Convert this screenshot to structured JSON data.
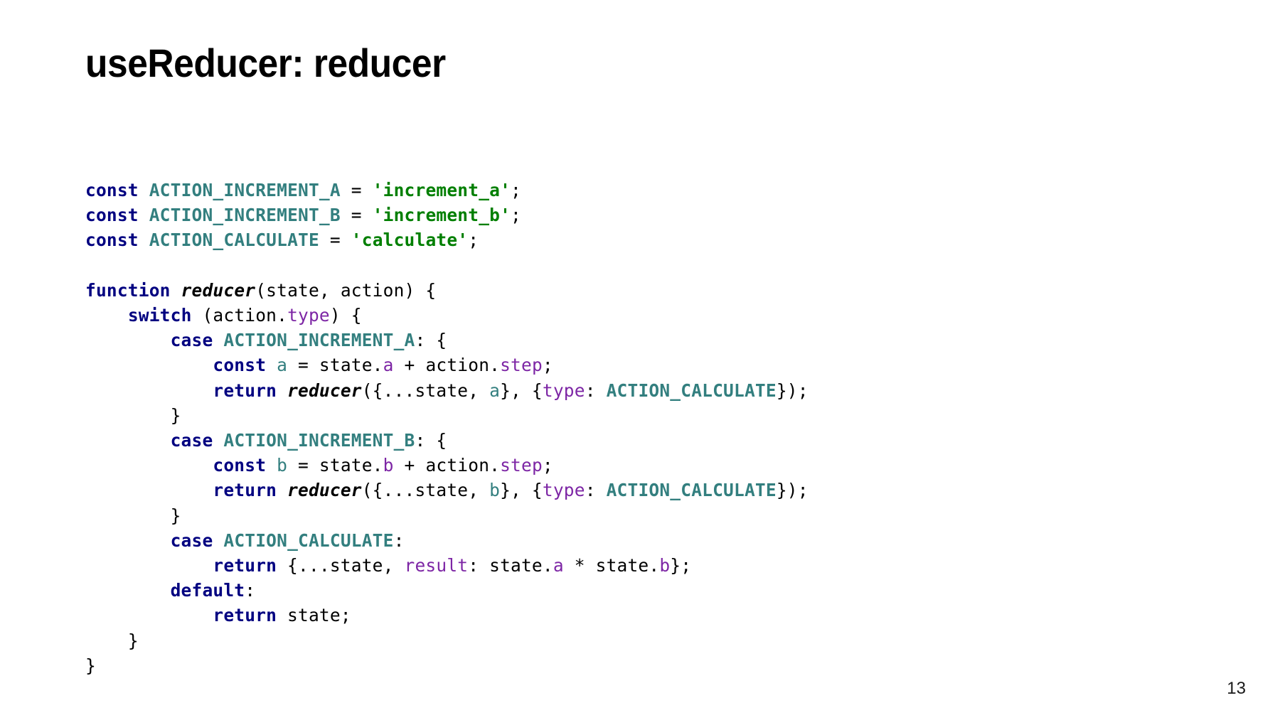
{
  "slide": {
    "title": "useReducer: reducer",
    "page_number": "13",
    "background_color": "#ffffff"
  },
  "theme": {
    "keyword_color": "#000080",
    "constant_color": "#337f7f",
    "string_color": "#007f00",
    "function_color": "#000000",
    "property_color": "#7d26a5",
    "variable_color": "#337f7f",
    "plain_color": "#000000"
  },
  "code": {
    "language": "javascript",
    "lines": [
      {
        "indent": 0,
        "tokens": [
          {
            "t": "const",
            "k": "kw"
          },
          {
            "t": " ",
            "k": "plain"
          },
          {
            "t": "ACTION_INCREMENT_A",
            "k": "const"
          },
          {
            "t": " = ",
            "k": "plain"
          },
          {
            "t": "'increment_a'",
            "k": "str"
          },
          {
            "t": ";",
            "k": "plain"
          }
        ]
      },
      {
        "indent": 0,
        "tokens": [
          {
            "t": "const",
            "k": "kw"
          },
          {
            "t": " ",
            "k": "plain"
          },
          {
            "t": "ACTION_INCREMENT_B",
            "k": "const"
          },
          {
            "t": " = ",
            "k": "plain"
          },
          {
            "t": "'increment_b'",
            "k": "str"
          },
          {
            "t": ";",
            "k": "plain"
          }
        ]
      },
      {
        "indent": 0,
        "tokens": [
          {
            "t": "const",
            "k": "kw"
          },
          {
            "t": " ",
            "k": "plain"
          },
          {
            "t": "ACTION_CALCULATE",
            "k": "const"
          },
          {
            "t": " = ",
            "k": "plain"
          },
          {
            "t": "'calculate'",
            "k": "str"
          },
          {
            "t": ";",
            "k": "plain"
          }
        ]
      },
      {
        "indent": 0,
        "tokens": []
      },
      {
        "indent": 0,
        "tokens": [
          {
            "t": "function",
            "k": "kw"
          },
          {
            "t": " ",
            "k": "plain"
          },
          {
            "t": "reducer",
            "k": "fn"
          },
          {
            "t": "(state, action) {",
            "k": "plain"
          }
        ]
      },
      {
        "indent": 4,
        "tokens": [
          {
            "t": "switch",
            "k": "kw"
          },
          {
            "t": " (action.",
            "k": "plain"
          },
          {
            "t": "type",
            "k": "prop"
          },
          {
            "t": ") {",
            "k": "plain"
          }
        ]
      },
      {
        "indent": 8,
        "tokens": [
          {
            "t": "case",
            "k": "kw"
          },
          {
            "t": " ",
            "k": "plain"
          },
          {
            "t": "ACTION_INCREMENT_A",
            "k": "const"
          },
          {
            "t": ": {",
            "k": "plain"
          }
        ]
      },
      {
        "indent": 12,
        "tokens": [
          {
            "t": "const",
            "k": "kw"
          },
          {
            "t": " ",
            "k": "plain"
          },
          {
            "t": "a",
            "k": "var"
          },
          {
            "t": " = state.",
            "k": "plain"
          },
          {
            "t": "a",
            "k": "prop"
          },
          {
            "t": " + action.",
            "k": "plain"
          },
          {
            "t": "step",
            "k": "prop"
          },
          {
            "t": ";",
            "k": "plain"
          }
        ]
      },
      {
        "indent": 12,
        "tokens": [
          {
            "t": "return",
            "k": "kw"
          },
          {
            "t": " ",
            "k": "plain"
          },
          {
            "t": "reducer",
            "k": "fn"
          },
          {
            "t": "({...state, ",
            "k": "plain"
          },
          {
            "t": "a",
            "k": "var"
          },
          {
            "t": "}, {",
            "k": "plain"
          },
          {
            "t": "type",
            "k": "prop"
          },
          {
            "t": ": ",
            "k": "plain"
          },
          {
            "t": "ACTION_CALCULATE",
            "k": "const"
          },
          {
            "t": "});",
            "k": "plain"
          }
        ]
      },
      {
        "indent": 8,
        "tokens": [
          {
            "t": "}",
            "k": "plain"
          }
        ]
      },
      {
        "indent": 8,
        "tokens": [
          {
            "t": "case",
            "k": "kw"
          },
          {
            "t": " ",
            "k": "plain"
          },
          {
            "t": "ACTION_INCREMENT_B",
            "k": "const"
          },
          {
            "t": ": {",
            "k": "plain"
          }
        ]
      },
      {
        "indent": 12,
        "tokens": [
          {
            "t": "const",
            "k": "kw"
          },
          {
            "t": " ",
            "k": "plain"
          },
          {
            "t": "b",
            "k": "var"
          },
          {
            "t": " = state.",
            "k": "plain"
          },
          {
            "t": "b",
            "k": "prop"
          },
          {
            "t": " + action.",
            "k": "plain"
          },
          {
            "t": "step",
            "k": "prop"
          },
          {
            "t": ";",
            "k": "plain"
          }
        ]
      },
      {
        "indent": 12,
        "tokens": [
          {
            "t": "return",
            "k": "kw"
          },
          {
            "t": " ",
            "k": "plain"
          },
          {
            "t": "reducer",
            "k": "fn"
          },
          {
            "t": "({...state, ",
            "k": "plain"
          },
          {
            "t": "b",
            "k": "var"
          },
          {
            "t": "}, {",
            "k": "plain"
          },
          {
            "t": "type",
            "k": "prop"
          },
          {
            "t": ": ",
            "k": "plain"
          },
          {
            "t": "ACTION_CALCULATE",
            "k": "const"
          },
          {
            "t": "});",
            "k": "plain"
          }
        ]
      },
      {
        "indent": 8,
        "tokens": [
          {
            "t": "}",
            "k": "plain"
          }
        ]
      },
      {
        "indent": 8,
        "tokens": [
          {
            "t": "case",
            "k": "kw"
          },
          {
            "t": " ",
            "k": "plain"
          },
          {
            "t": "ACTION_CALCULATE",
            "k": "const"
          },
          {
            "t": ":",
            "k": "plain"
          }
        ]
      },
      {
        "indent": 12,
        "tokens": [
          {
            "t": "return",
            "k": "kw"
          },
          {
            "t": " {...state, ",
            "k": "plain"
          },
          {
            "t": "result",
            "k": "prop"
          },
          {
            "t": ": state.",
            "k": "plain"
          },
          {
            "t": "a",
            "k": "prop"
          },
          {
            "t": " * state.",
            "k": "plain"
          },
          {
            "t": "b",
            "k": "prop"
          },
          {
            "t": "};",
            "k": "plain"
          }
        ]
      },
      {
        "indent": 8,
        "tokens": [
          {
            "t": "default",
            "k": "kw"
          },
          {
            "t": ":",
            "k": "plain"
          }
        ]
      },
      {
        "indent": 12,
        "tokens": [
          {
            "t": "return",
            "k": "kw"
          },
          {
            "t": " state;",
            "k": "plain"
          }
        ]
      },
      {
        "indent": 4,
        "tokens": [
          {
            "t": "}",
            "k": "plain"
          }
        ]
      },
      {
        "indent": 0,
        "tokens": [
          {
            "t": "}",
            "k": "plain"
          }
        ]
      }
    ]
  }
}
